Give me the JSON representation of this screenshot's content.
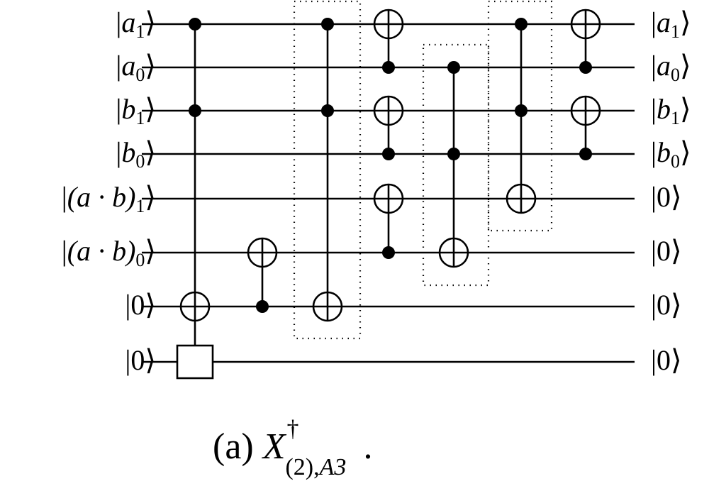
{
  "diagram": {
    "type": "quantum-circuit",
    "colors": {
      "line": "#000000",
      "background": "#ffffff",
      "dotted_box": "#000000"
    },
    "wires": [
      {
        "id": "a1",
        "input": {
          "sym": "a",
          "sub": "1"
        },
        "output": {
          "sym": "a",
          "sub": "1"
        }
      },
      {
        "id": "a0",
        "input": {
          "sym": "a",
          "sub": "0"
        },
        "output": {
          "sym": "a",
          "sub": "0"
        }
      },
      {
        "id": "b1",
        "input": {
          "sym": "b",
          "sub": "1"
        },
        "output": {
          "sym": "b",
          "sub": "1"
        }
      },
      {
        "id": "b0",
        "input": {
          "sym": "b",
          "sub": "0"
        },
        "output": {
          "sym": "b",
          "sub": "0"
        }
      },
      {
        "id": "ab1",
        "input": {
          "sym": "(a · b)",
          "sub": "1"
        },
        "output": {
          "sym": "0",
          "sub": ""
        }
      },
      {
        "id": "ab0",
        "input": {
          "sym": "(a · b)",
          "sub": "0"
        },
        "output": {
          "sym": "0",
          "sub": ""
        }
      },
      {
        "id": "anc1",
        "input": {
          "sym": "0",
          "sub": ""
        },
        "output": {
          "sym": "0",
          "sub": ""
        }
      },
      {
        "id": "anc2",
        "input": {
          "sym": "0",
          "sub": ""
        },
        "output": {
          "sym": "0",
          "sub": ""
        }
      }
    ],
    "gates": [
      {
        "step": 1,
        "kind": "toffoli",
        "controls": [
          0,
          2
        ],
        "target": 6,
        "extra_box_on": 7
      },
      {
        "step": 2,
        "kind": "cnot",
        "controls": [
          6
        ],
        "target": 5
      },
      {
        "step": 3,
        "kind": "toffoli",
        "controls": [
          0,
          2
        ],
        "target": 6,
        "dotted_group": 1
      },
      {
        "step": 4,
        "kind": "cnot-stack",
        "pairs": [
          [
            1,
            0
          ],
          [
            3,
            2
          ],
          [
            5,
            4
          ]
        ]
      },
      {
        "step": 5,
        "kind": "toffoli",
        "controls": [
          1,
          3
        ],
        "target": 5,
        "dotted_group": 2
      },
      {
        "step": 6,
        "kind": "toffoli",
        "controls": [
          0,
          2
        ],
        "target": 4,
        "dotted_group": 3
      },
      {
        "step": 7,
        "kind": "cnot-stack",
        "pairs": [
          [
            1,
            0
          ],
          [
            3,
            2
          ]
        ]
      }
    ],
    "dotted_groups": [
      {
        "id": 1,
        "wires": [
          0,
          6
        ]
      },
      {
        "id": 2,
        "wires": [
          1,
          5
        ]
      },
      {
        "id": 3,
        "wires": [
          0,
          4
        ]
      }
    ]
  },
  "caption": {
    "prefix": "(a)",
    "symbol": "X",
    "superscript": "†",
    "subscript_paren": "(2)",
    "subscript_rest": "A3",
    "suffix": "."
  }
}
